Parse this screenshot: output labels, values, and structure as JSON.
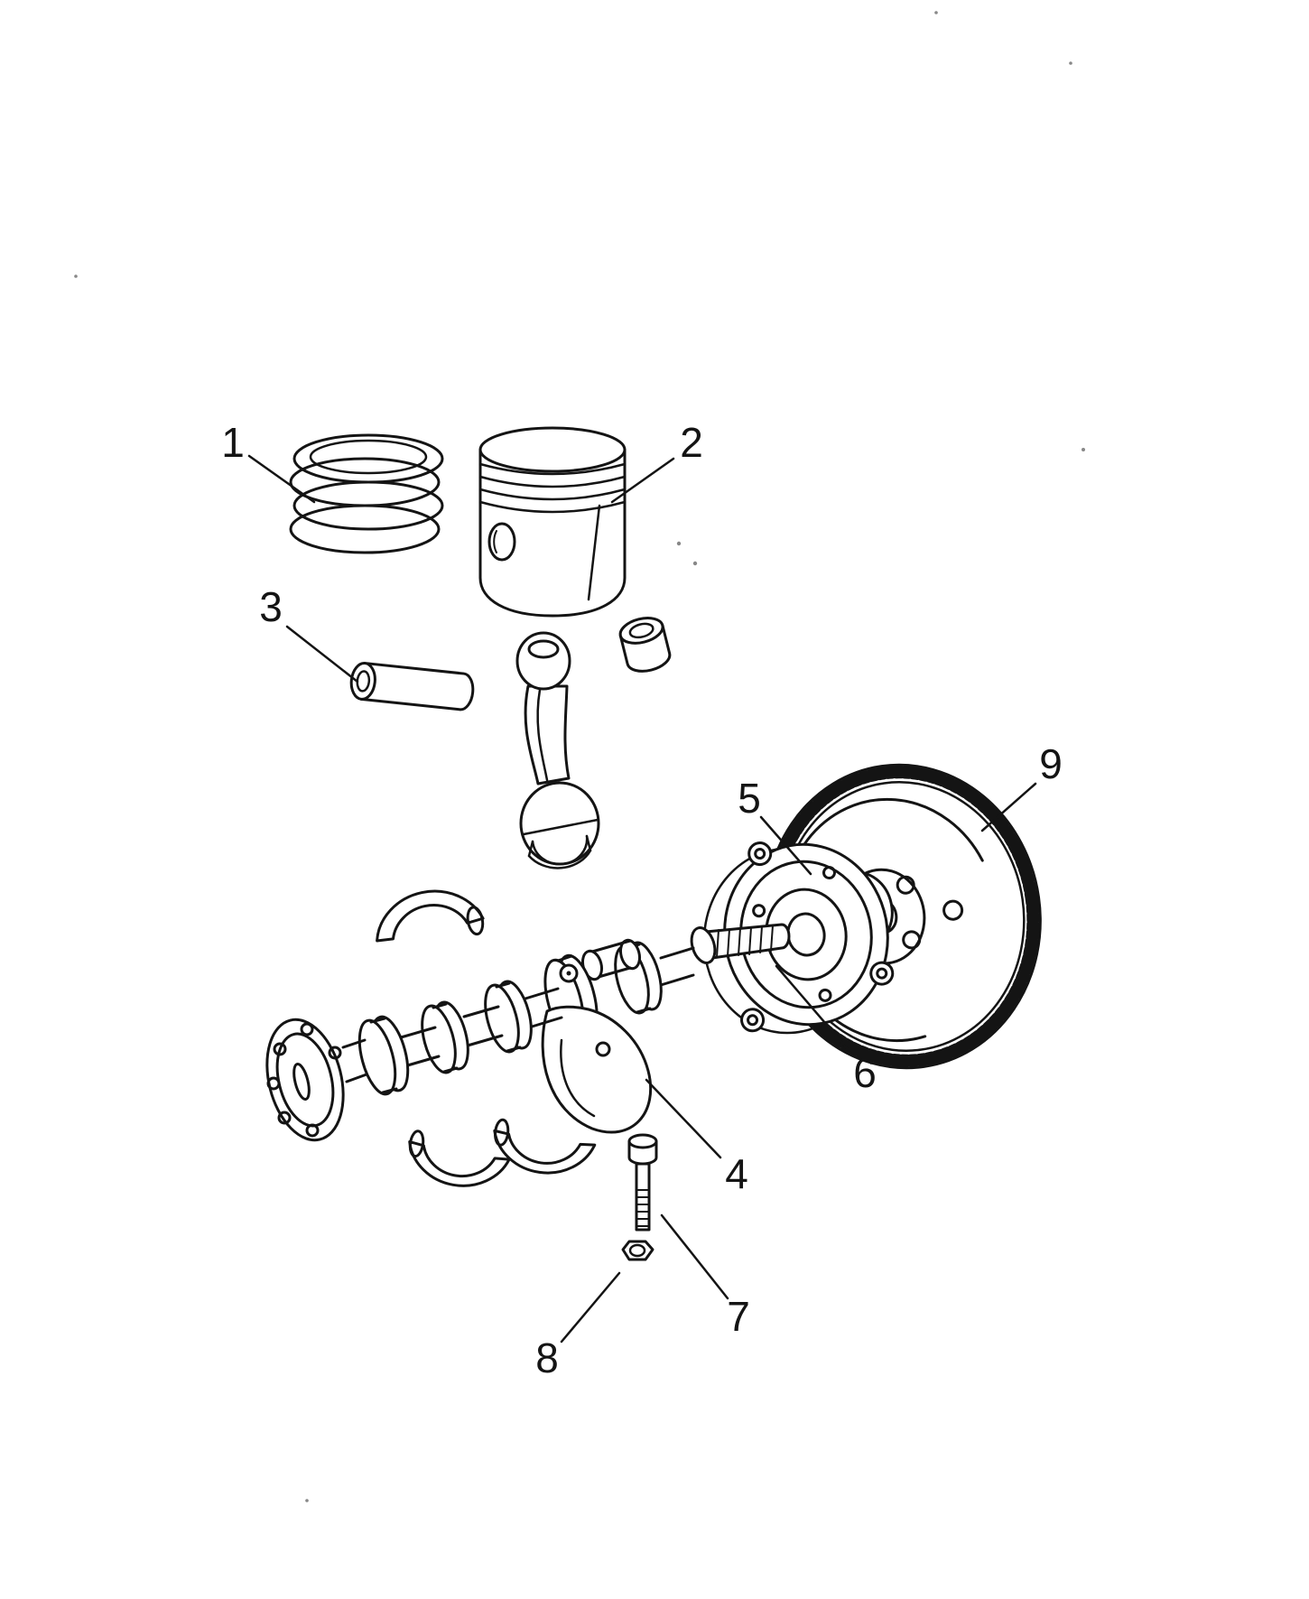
{
  "figure": {
    "type": "exploded-parts-diagram",
    "subject": "engine crankshaft, piston and flywheel assembly",
    "ink_color": "#141414",
    "paper_color": "#ffffff",
    "callouts": [
      {
        "label": "1",
        "part": "piston-rings"
      },
      {
        "label": "2",
        "part": "piston"
      },
      {
        "label": "3",
        "part": "piston-pin"
      },
      {
        "label": "4",
        "part": "crankshaft-counterweight"
      },
      {
        "label": "5",
        "part": "bearing-plate"
      },
      {
        "label": "6",
        "part": "rear-main-bearing"
      },
      {
        "label": "7",
        "part": "bolt"
      },
      {
        "label": "8",
        "part": "nut"
      },
      {
        "label": "9",
        "part": "flywheel-ring-gear"
      }
    ]
  }
}
